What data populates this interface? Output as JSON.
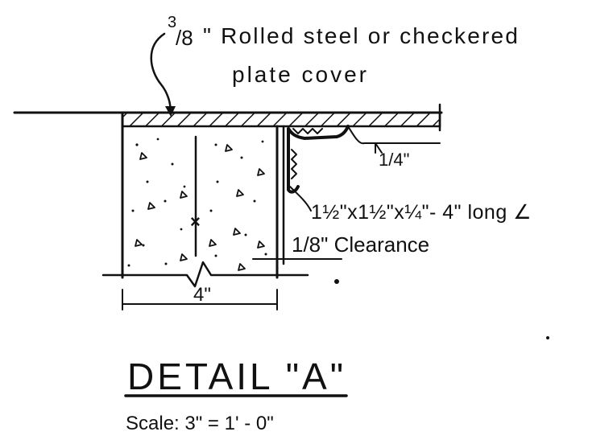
{
  "colors": {
    "ink": "#111111",
    "paper": "#ffffff"
  },
  "labels": {
    "cover_fraction_num": "3",
    "cover_fraction_den": "/8",
    "cover_line1_rest": "\" Rolled steel or checkered",
    "cover_line2": "plate cover",
    "weld_size": "1/4\"",
    "angle_spec": "1½\"x1½\"x¼\"- 4\" long ∠",
    "clearance": "1/8\" Clearance",
    "slab_width": "4\"",
    "center_mark": "×"
  },
  "title": {
    "heading": "DETAIL \"A\"",
    "scale": "Scale:  3\" = 1' - 0\""
  }
}
